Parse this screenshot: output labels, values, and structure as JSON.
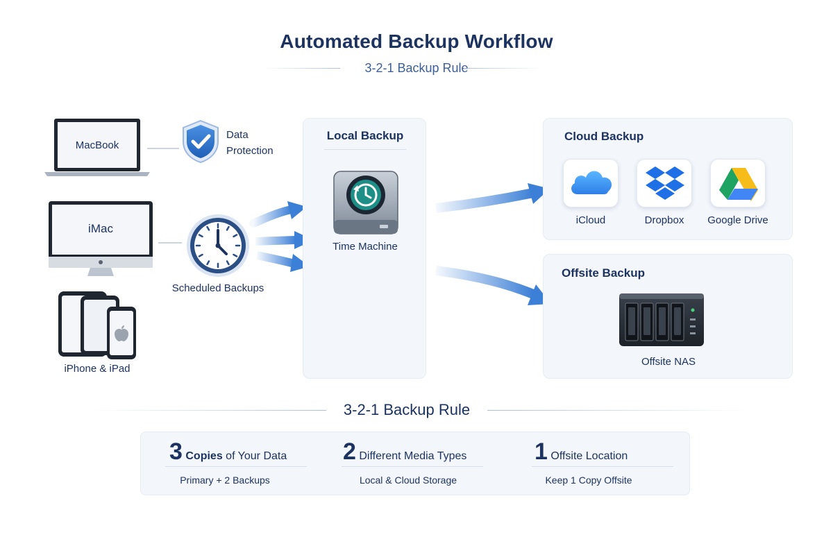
{
  "header": {
    "title": "Automated Backup Workflow",
    "subtitle": "3-2-1 Backup Rule"
  },
  "devices": {
    "macbook": "MacBook",
    "imac": "iMac",
    "mobile": "iPhone & iPad"
  },
  "features": {
    "protection_line1": "Data",
    "protection_line2": "Protection",
    "schedule": "Scheduled Backups"
  },
  "local": {
    "title": "Local Backup",
    "drive_label": "Time Machine"
  },
  "cloud": {
    "title": "Cloud Backup",
    "services": [
      {
        "label": "iCloud",
        "icon": "icloud-icon"
      },
      {
        "label": "Dropbox",
        "icon": "dropbox-icon"
      },
      {
        "label": "Google Drive",
        "icon": "google-drive-icon"
      }
    ]
  },
  "offsite": {
    "title": "Offsite Backup",
    "device_label": "Offsite NAS"
  },
  "rule": {
    "heading": "3-2-1 Backup Rule",
    "items": [
      {
        "number": "3",
        "bold_text": "Copies",
        "text": "of Your Data",
        "sub": "Primary + 2 Backups"
      },
      {
        "number": "2",
        "bold_text": "",
        "text": "Different Media Types",
        "sub": "Local & Cloud Storage"
      },
      {
        "number": "1",
        "bold_text": "",
        "text": "Offsite Location",
        "sub": "Keep 1 Copy Offsite"
      }
    ]
  },
  "colors": {
    "navy": "#1c3360",
    "accent_blue": "#3c7fd6",
    "panel_bg": "#f3f6fb"
  }
}
